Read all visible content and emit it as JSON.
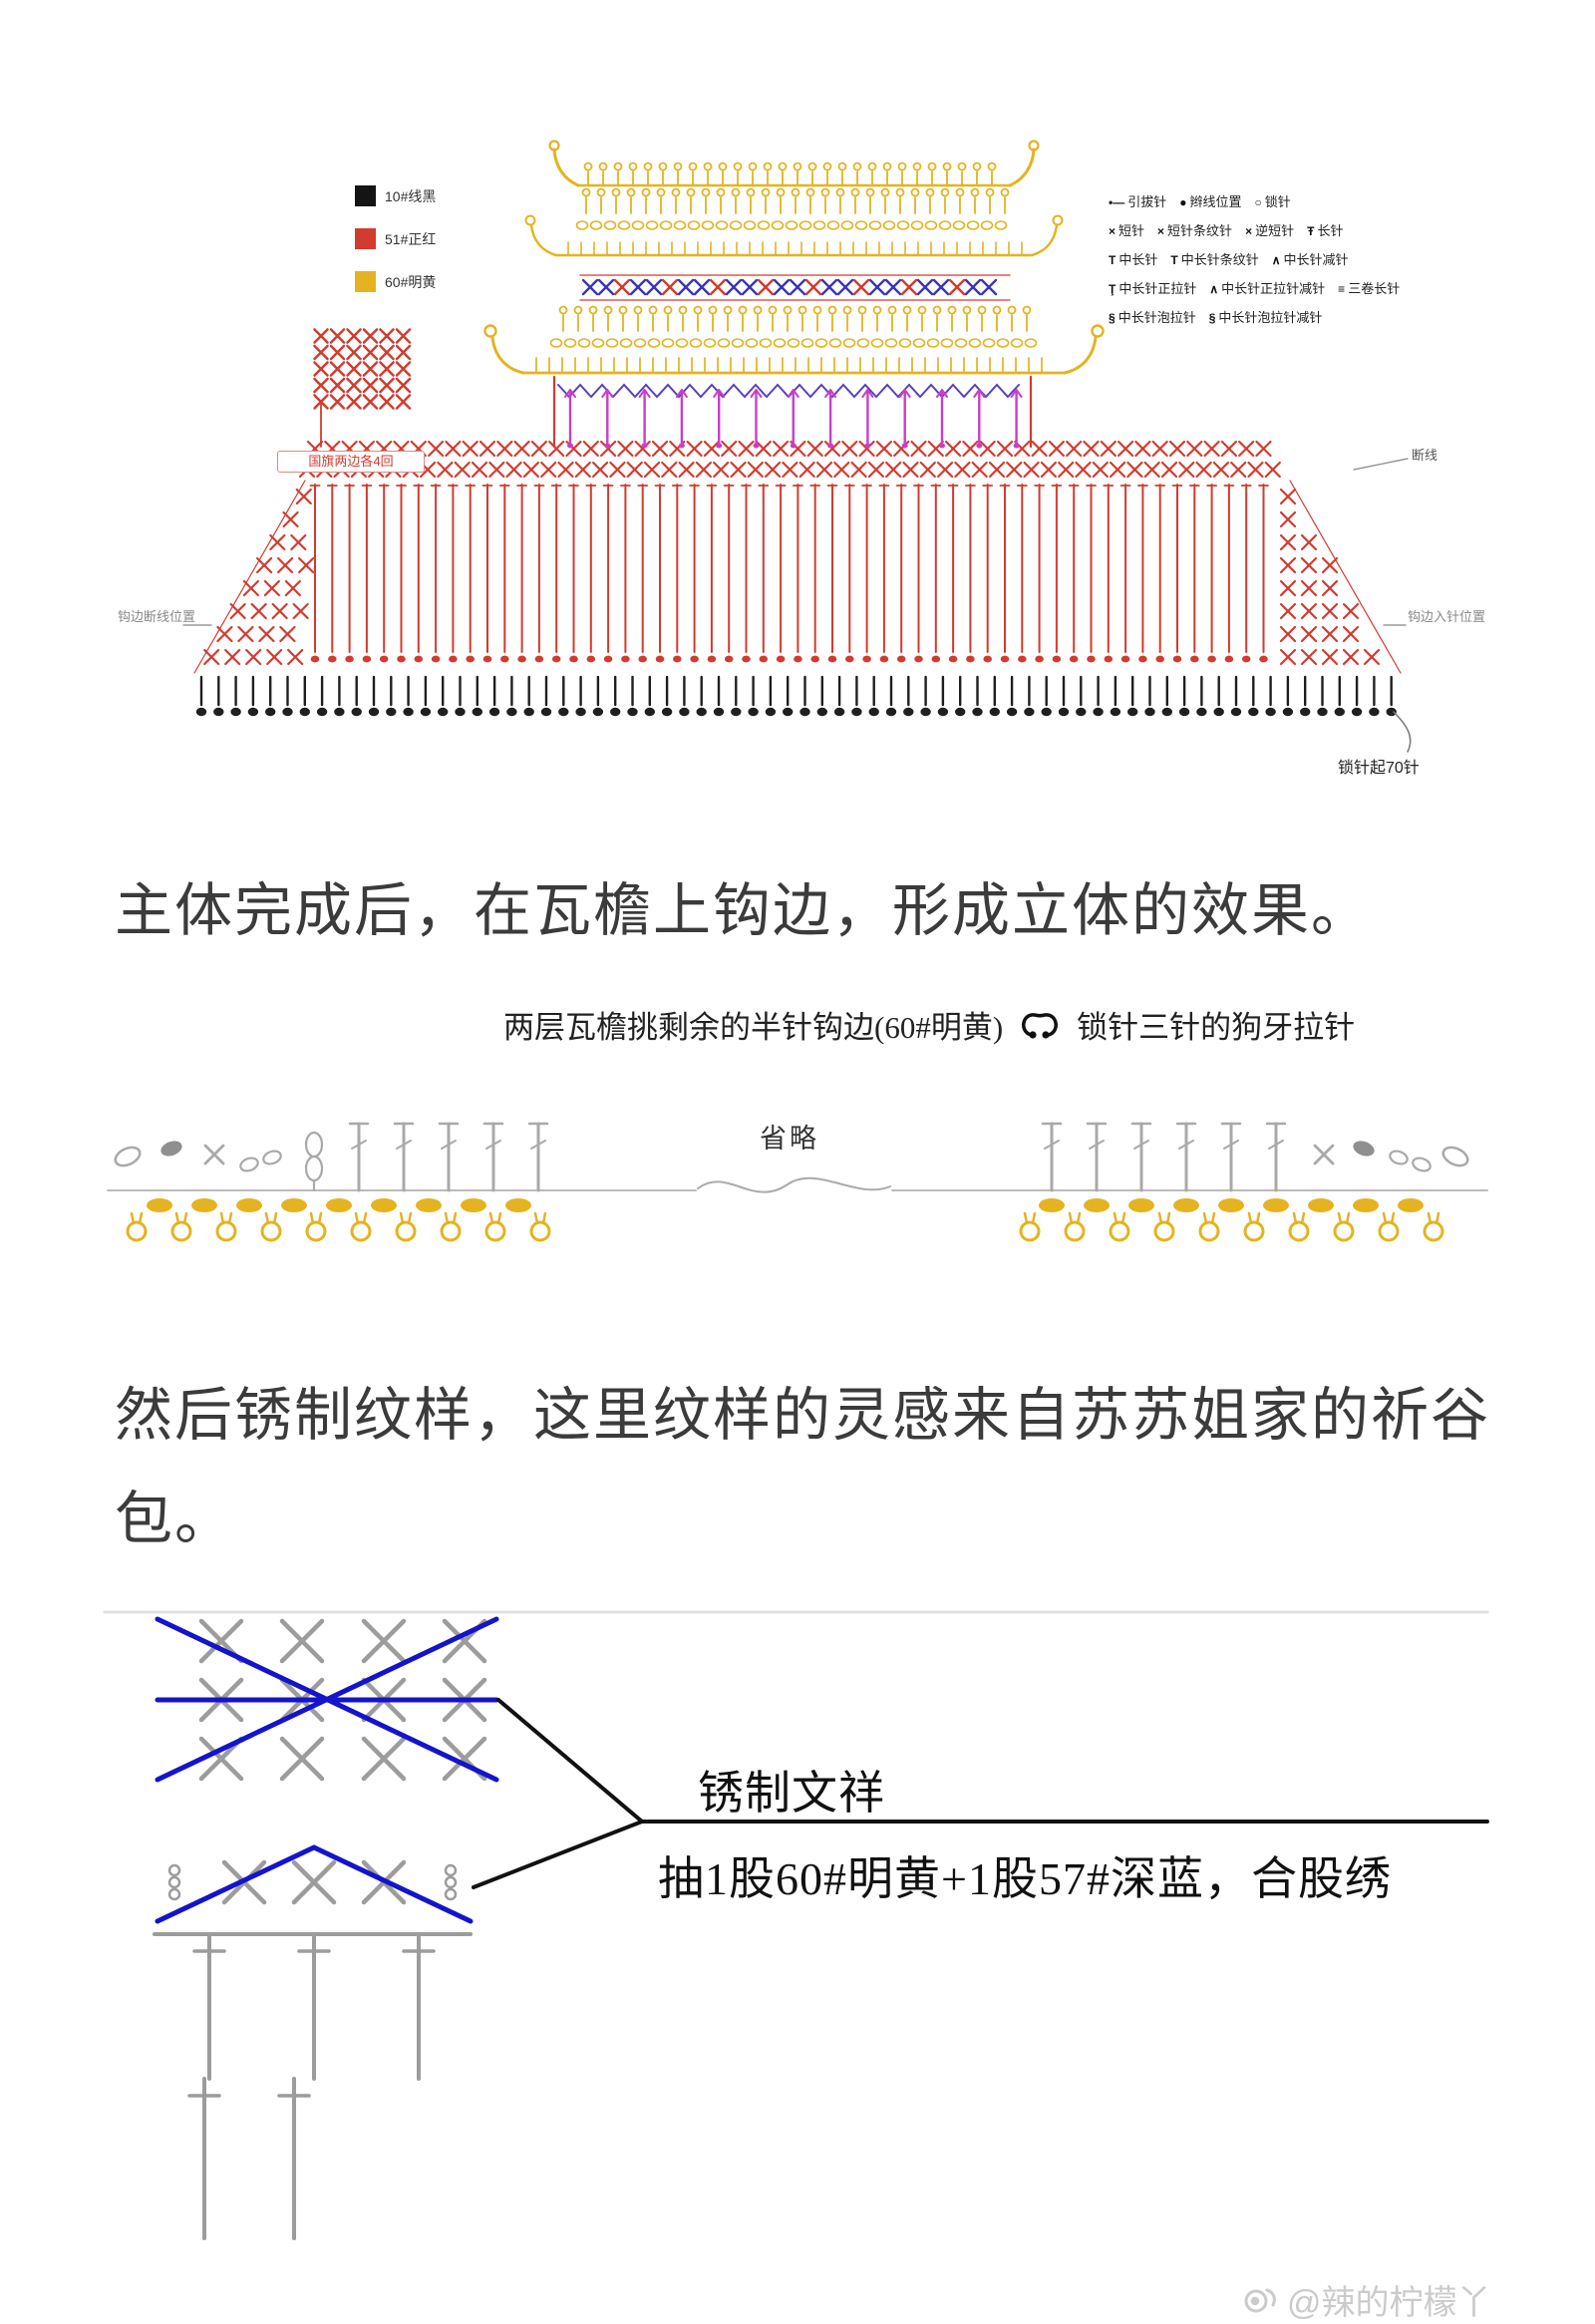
{
  "colors": {
    "black": "#1f1f1f",
    "red": "#d23b2f",
    "yellow": "#e4b31f",
    "blue": "#3a36b4",
    "magenta": "#c93ec9",
    "purple": "#5b40c0",
    "gray": "#9c9c9c"
  },
  "main_chart": {
    "base_stitch_count": 70,
    "legend": [
      {
        "label": "10#线黑",
        "color": "#141414"
      },
      {
        "label": "51#正红",
        "color": "#d23b2f"
      },
      {
        "label": "60#明黄",
        "color": "#e4b31f"
      }
    ],
    "stitch_legend": [
      {
        "items": [
          {
            "sym": "•—",
            "label": "引拔针"
          },
          {
            "sym": "●",
            "label": "辫线位置"
          },
          {
            "sym": "○",
            "label": "锁针"
          }
        ]
      },
      {
        "items": [
          {
            "sym": "×",
            "label": "短针"
          },
          {
            "sym": "×",
            "label": "短针条纹针"
          },
          {
            "sym": "×",
            "label": "逆短针"
          },
          {
            "sym": "Ŧ",
            "label": "长针"
          }
        ]
      },
      {
        "items": [
          {
            "sym": "T",
            "label": "中长针"
          },
          {
            "sym": "T",
            "label": "中长针条纹针"
          },
          {
            "sym": "∧",
            "label": "中长针减针"
          }
        ]
      },
      {
        "items": [
          {
            "sym": "Ţ",
            "label": "中长针正拉针"
          },
          {
            "sym": "∧",
            "label": "中长针正拉针减针"
          },
          {
            "sym": "≡",
            "label": "三卷长针"
          }
        ]
      },
      {
        "items": [
          {
            "sym": "§",
            "label": "中长针泡拉针"
          },
          {
            "sym": "§",
            "label": "中长针泡拉针减针"
          }
        ]
      }
    ],
    "labels": {
      "flag": "国旗两边各4回",
      "break_left": "钩边断线位置",
      "entry_right": "钩边入针位置",
      "break_thread": "断线",
      "chain_start": "锁针起70针"
    }
  },
  "section1": {
    "heading": "主体完成后，在瓦檐上钩边，形成立体的效果。"
  },
  "eave_diagram": {
    "caption_left": "两层瓦檐挑剩余的半针钩边(60#明黄)",
    "caption_right": "锁针三针的狗牙拉针",
    "omit_label": "省略"
  },
  "section2": {
    "heading_line1": "然后锈制纹样，这里纹样的灵感来自苏苏姐家的祈谷",
    "heading_line2": "包。"
  },
  "embroidery_diagram": {
    "blue": "#1414cc",
    "label_title": "锈制文祥",
    "label_detail": "抽1股60#明黄+1股57#深蓝，合股绣"
  },
  "watermark": {
    "text": "@辣的柠檬丫"
  }
}
